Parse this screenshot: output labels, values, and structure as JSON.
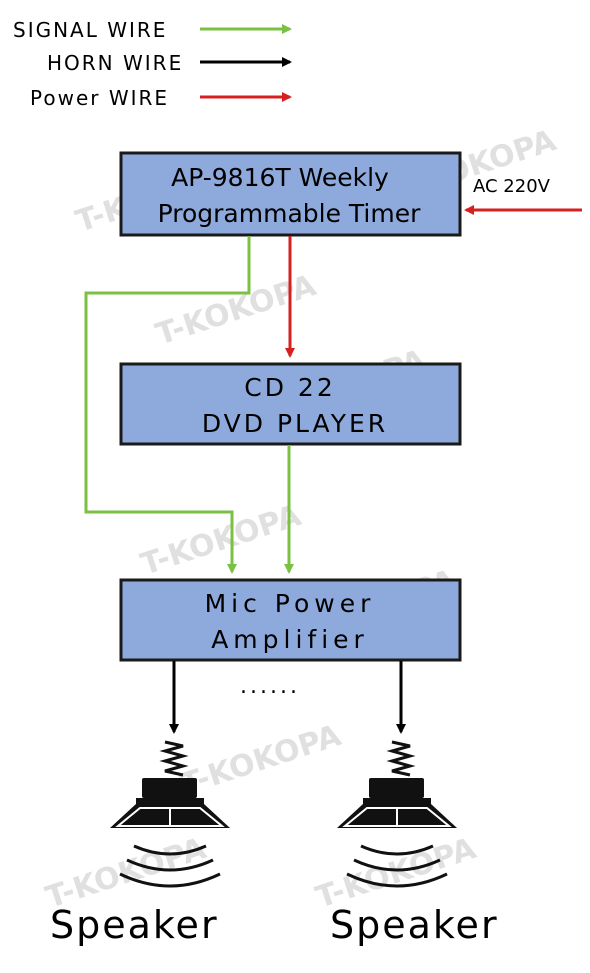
{
  "legend": {
    "signal_label": "SIGNAL WIRE",
    "horn_label": "HORN WIRE",
    "power_label": "Power WIRE"
  },
  "colors": {
    "signal": "#7ac143",
    "horn": "#000000",
    "power": "#d62020",
    "box_fill": "#8eaadc",
    "box_border": "#1a1a1a"
  },
  "timer": {
    "line1": "AP-9816T Weekly",
    "line2": "Programmable Timer"
  },
  "power_input_label": "AC 220V",
  "dvd": {
    "line1": "CD 22",
    "line2": "DVD PLAYER"
  },
  "amplifier": {
    "line1": "Mic Power",
    "line2": "Amplifier"
  },
  "more_speakers_ellipsis": "......",
  "speakers": [
    {
      "label": "Speaker"
    },
    {
      "label": "Speaker"
    }
  ],
  "watermark": "T-KOKOPA"
}
